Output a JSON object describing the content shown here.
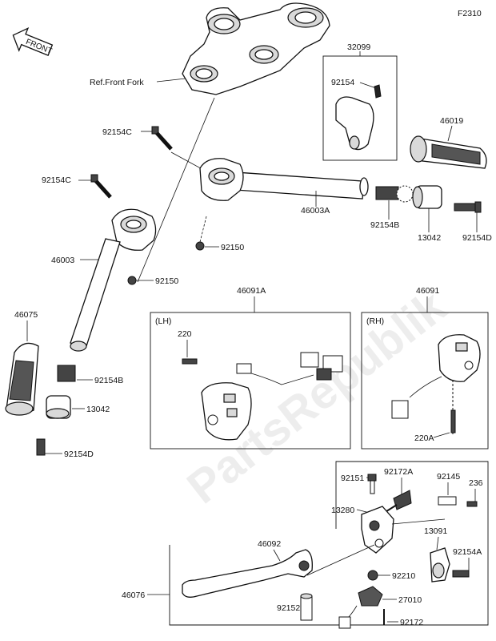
{
  "diagram": {
    "code": "F2310",
    "watermark": "PartsRepublik",
    "front_arrow_text": "FRONT",
    "callouts": {
      "ref_front_fork": "Ref.Front Fork",
      "p32099": "32099",
      "p92154": "92154",
      "p46019": "46019",
      "p92154C_top": "92154C",
      "p92154C_left": "92154C",
      "p46003A": "46003A",
      "p92154B_right": "92154B",
      "p13042_right": "13042",
      "p92154D_right": "92154D",
      "p92150_mid": "92150",
      "p46003": "46003",
      "p92150_low": "92150",
      "p46091A": "46091A",
      "p46091": "46091",
      "p46075": "46075",
      "lh": "(LH)",
      "rh": "(RH)",
      "p220": "220",
      "p92154B_left": "92154B",
      "p13042_left": "13042",
      "p92154D_left": "92154D",
      "p220A": "220A",
      "p92151": "92151",
      "p92172A": "92172A",
      "p92145": "92145",
      "p236": "236",
      "p13280": "13280",
      "p13091": "13091",
      "p46092": "46092",
      "p92154A": "92154A",
      "p46076": "46076",
      "p92210": "92210",
      "p27010": "27010",
      "p92152": "92152",
      "p92172": "92172"
    }
  }
}
